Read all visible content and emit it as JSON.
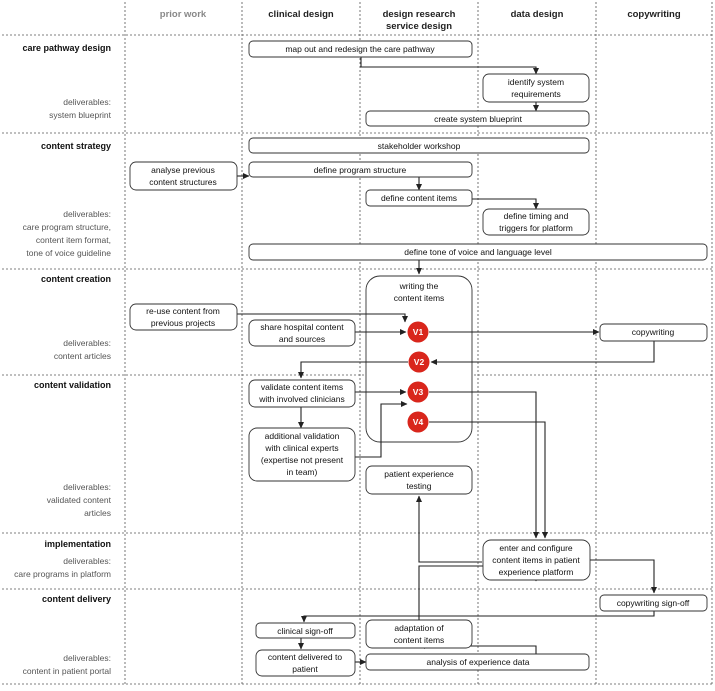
{
  "columns": {
    "prior": "prior work",
    "clinical": "clinical design",
    "research_l1": "design research",
    "research_l2": "service design",
    "data": "data design",
    "copy": "copywriting"
  },
  "rows": {
    "pathway": {
      "title": "care pathway design",
      "d1": "deliverables:",
      "d2": "system blueprint"
    },
    "strategy": {
      "title": "content strategy",
      "d1": "deliverables:",
      "d2": "care program structure,",
      "d3": "content item format,",
      "d4": "tone of voice guideline"
    },
    "creation": {
      "title": "content creation",
      "d1": "deliverables:",
      "d2": "content articles"
    },
    "validation": {
      "title": "content validation",
      "d1": "deliverables:",
      "d2": "validated content",
      "d3": "articles"
    },
    "implementation": {
      "title": "implementation",
      "d1": "deliverables:",
      "d2": "care programs in platform"
    },
    "delivery": {
      "title": "content delivery",
      "d1": "deliverables:",
      "d2": "content in patient portal"
    }
  },
  "boxes": {
    "map": "map out and redesign the care pathway",
    "identify_1": "identify system",
    "identify_2": "requirements",
    "blueprint": "create system blueprint",
    "workshop": "stakeholder workshop",
    "analyse_1": "analyse previous",
    "analyse_2": "content structures",
    "program": "define program structure",
    "items": "define content items",
    "timing_1": "define timing and",
    "timing_2": "triggers for platform",
    "tone": "define tone of voice and language level",
    "writing_1": "writing the",
    "writing_2": "content items",
    "reuse_1": "re-use content from",
    "reuse_2": "previous projects",
    "share_1": "share hospital content",
    "share_2": "and sources",
    "copywriting": "copywriting",
    "validate_1": "validate content items",
    "validate_2": "with involved clinicians",
    "additional_1": "additional validation",
    "additional_2": "with clinical experts",
    "additional_3": "(expertise not present",
    "additional_4": "in team)",
    "testing_1": "patient experience",
    "testing_2": "testing",
    "configure_1": "enter and configure",
    "configure_2": "content items in patient",
    "configure_3": "experience platform",
    "signoff_copy": "copywriting sign-off",
    "signoff_clinical": "clinical sign-off",
    "adaptation_1": "adaptation of",
    "adaptation_2": "content items",
    "delivered_1": "content delivered to",
    "delivered_2": "patient",
    "analysis": "analysis of experience data"
  },
  "versions": {
    "v1": "V1",
    "v2": "V2",
    "v3": "V3",
    "v4": "V4"
  },
  "colors": {
    "version": "#d9261c",
    "line": "#222222"
  }
}
